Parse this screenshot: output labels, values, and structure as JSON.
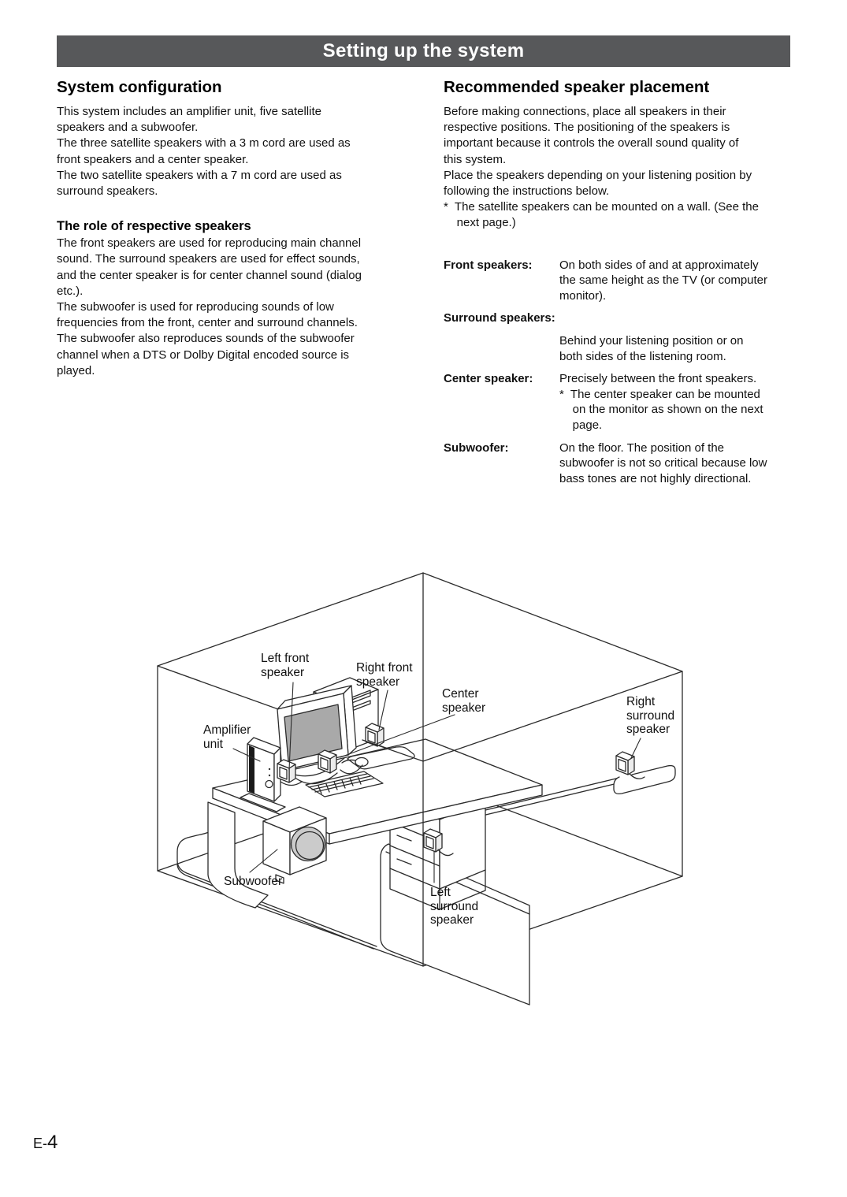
{
  "header": {
    "title": "Setting up the system"
  },
  "left_column": {
    "heading": "System configuration",
    "intro": "This system includes an amplifier unit, five satellite\nspeakers and a subwoofer.\nThe three satellite speakers with a 3 m cord are used as\nfront speakers and a center speaker.\nThe two satellite speakers with a 7 m cord are used as\nsurround speakers.",
    "sub_heading": "The role of respective speakers",
    "sub_body": "The front speakers are used for reproducing main channel\nsound. The surround speakers are used for effect sounds,\nand the center speaker is for center channel sound (dialog\netc.).\nThe subwoofer is used for reproducing sounds of low\nfrequencies from the front, center and surround channels.\nThe subwoofer also reproduces sounds of the subwoofer\nchannel when a DTS or Dolby Digital encoded source is\nplayed."
  },
  "right_column": {
    "heading": "Recommended speaker placement",
    "intro": "Before making connections, place all speakers in their\nrespective positions. The positioning of the speakers is\nimportant because it controls the overall sound quality of\nthis system.\nPlace the speakers depending on your listening position by\nfollowing the instructions below.\n*  The satellite speakers can be mounted on a wall. (See the\n    next page.)",
    "placement": {
      "front": {
        "label": "Front speakers:",
        "text": "On both sides of and at approximately\nthe same height as the TV (or computer\nmonitor)."
      },
      "surround": {
        "label": "Surround speakers:",
        "text": "Behind your listening position or on\nboth sides of the listening room."
      },
      "center": {
        "label": "Center speaker:",
        "text": "Precisely between the front speakers.\n*  The center speaker can be mounted\n    on the monitor as shown on the next\n    page."
      },
      "subwoofer": {
        "label": "Subwoofer:",
        "text": "On the floor. The position of the\nsubwoofer is not so critical because low\nbass tones are not highly directional."
      }
    }
  },
  "diagram": {
    "labels": {
      "left_front": "Left front\nspeaker",
      "right_front": "Right front\nspeaker",
      "center": "Center\nspeaker",
      "right_surround": "Right\nsurround\nspeaker",
      "amplifier": "Amplifier\nunit",
      "subwoofer": "Subwoofer",
      "left_surround": "Left\nsurround\nspeaker"
    }
  },
  "footer": {
    "page_prefix": "E-",
    "page_number": "4"
  },
  "colors": {
    "title_bar_bg": "#57585a",
    "title_text": "#ffffff",
    "line_color": "#2b2b2b",
    "monitor_screen_gray": "#a9a9a9",
    "woofer_cone_gray": "#cbcbcb"
  }
}
